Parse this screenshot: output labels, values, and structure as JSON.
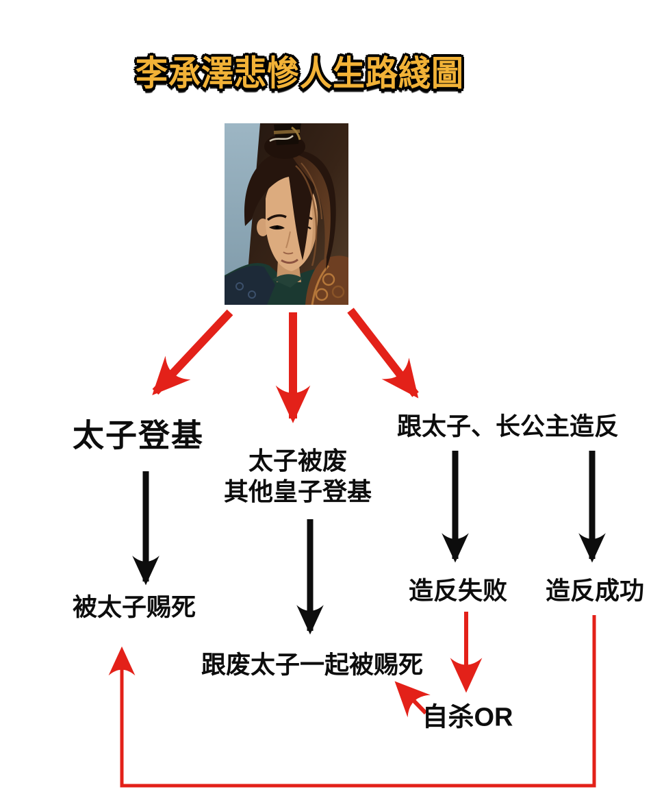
{
  "title": "李承澤悲慘人生路綫圖",
  "colors": {
    "arrow_red": "#e32119",
    "arrow_black": "#0d0d0d",
    "title_gold": "#f2b237",
    "background": "#ffffff"
  },
  "nodes": {
    "taizi_dengji": {
      "label": "太子登基"
    },
    "taizi_beifei": {
      "line1": "太子被废",
      "line2": "其他皇子登基"
    },
    "gen_taizi_zaofan": {
      "label": "跟太子、长公主造反"
    },
    "bei_taizi_cisi": {
      "label": "被太子赐死"
    },
    "zaofan_shibai": {
      "label": "造反失败"
    },
    "zaofan_chenggong": {
      "label": "造反成功"
    },
    "gen_feitaizi_cisi": {
      "label": "跟废太子一起被赐死"
    },
    "zisha_or": {
      "label": "自杀OR"
    }
  }
}
